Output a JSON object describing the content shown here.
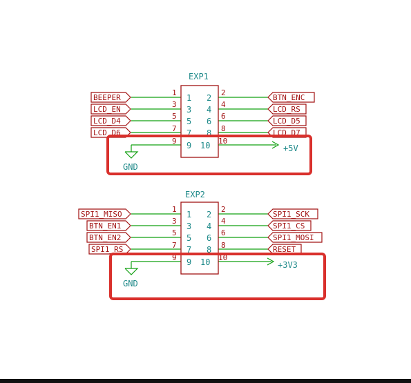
{
  "exp1": {
    "ref": "EXP1",
    "left_labels": [
      "BEEPER",
      "LCD_EN",
      "LCD_D4",
      "LCD_D6"
    ],
    "right_labels": [
      "BTN_ENC",
      "LCD_RS",
      "LCD_D5",
      "LCD_D7"
    ],
    "left_pins": [
      "1",
      "3",
      "5",
      "7",
      "9"
    ],
    "right_pins": [
      "2",
      "4",
      "6",
      "8",
      "10"
    ],
    "power_right": "+5V",
    "ground": "GND"
  },
  "exp2": {
    "ref": "EXP2",
    "left_labels": [
      "SPI1_MISO",
      "BTN_EN1",
      "BTN_EN2",
      "SPI1_RS"
    ],
    "right_labels": [
      "SPI1_SCK",
      "SPI1_CS",
      "SPI1_MOSI",
      "RESET"
    ],
    "left_pins": [
      "1",
      "3",
      "5",
      "7",
      "9"
    ],
    "right_pins": [
      "2",
      "4",
      "6",
      "8",
      "10"
    ],
    "power_right": "+3V3",
    "ground": "GND"
  },
  "colors": {
    "symbol": "#a21313",
    "wire": "#12a012",
    "text": "#1f8a8a",
    "highlight": "#d9302c"
  }
}
